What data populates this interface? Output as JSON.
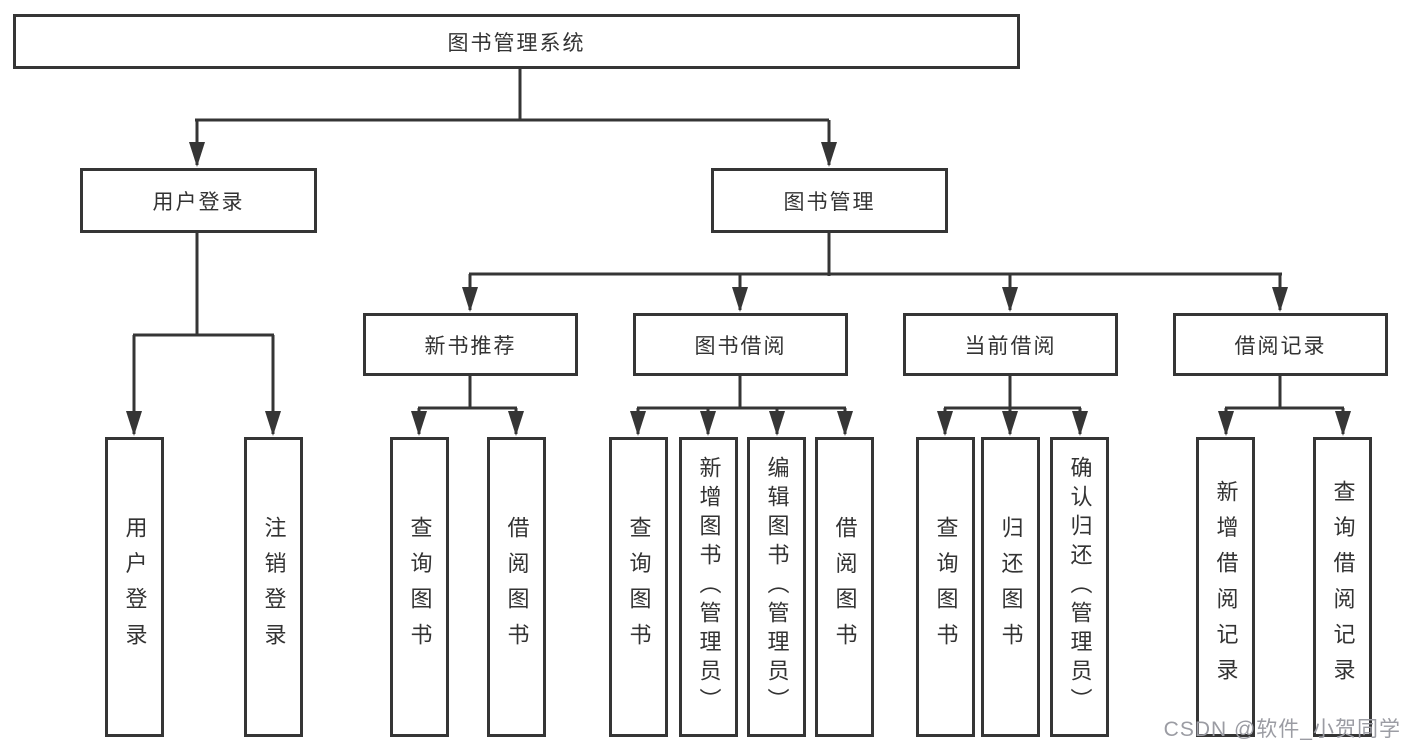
{
  "diagram": {
    "root": {
      "label": "图书管理系统"
    },
    "level2": [
      {
        "label": "用户登录",
        "children": [
          {
            "label": "用户登录"
          },
          {
            "label": "注销登录"
          }
        ]
      },
      {
        "label": "图书管理",
        "modules": [
          {
            "label": "新书推荐",
            "children": [
              {
                "label": "查询图书"
              },
              {
                "label": "借阅图书"
              }
            ]
          },
          {
            "label": "图书借阅",
            "children": [
              {
                "label": "查询图书"
              },
              {
                "label": "新增图书（管理员）"
              },
              {
                "label": "编辑图书（管理员）"
              },
              {
                "label": "借阅图书"
              }
            ]
          },
          {
            "label": "当前借阅",
            "children": [
              {
                "label": "查询图书"
              },
              {
                "label": "归还图书"
              },
              {
                "label": "确认归还（管理员）"
              }
            ]
          },
          {
            "label": "借阅记录",
            "children": [
              {
                "label": "新增借阅记录"
              },
              {
                "label": "查询借阅记录"
              }
            ]
          }
        ]
      }
    ]
  },
  "watermark": {
    "text": "CSDN @软件_小贺同学"
  },
  "colors": {
    "line": "#353535",
    "text": "#333333",
    "watermark": "#9b9ca3",
    "background": "#ffffff"
  }
}
